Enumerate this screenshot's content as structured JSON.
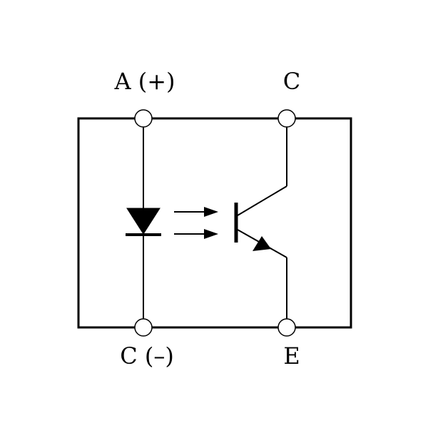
{
  "diagram": {
    "kind": "optocoupler-schematic",
    "colors": {
      "stroke": "#000000",
      "background": "#ffffff",
      "terminal_fill": "#ffffff"
    },
    "pins": {
      "anode": "A (+)",
      "cathode": "C (–)",
      "collector": "C",
      "emitter": "E"
    }
  }
}
